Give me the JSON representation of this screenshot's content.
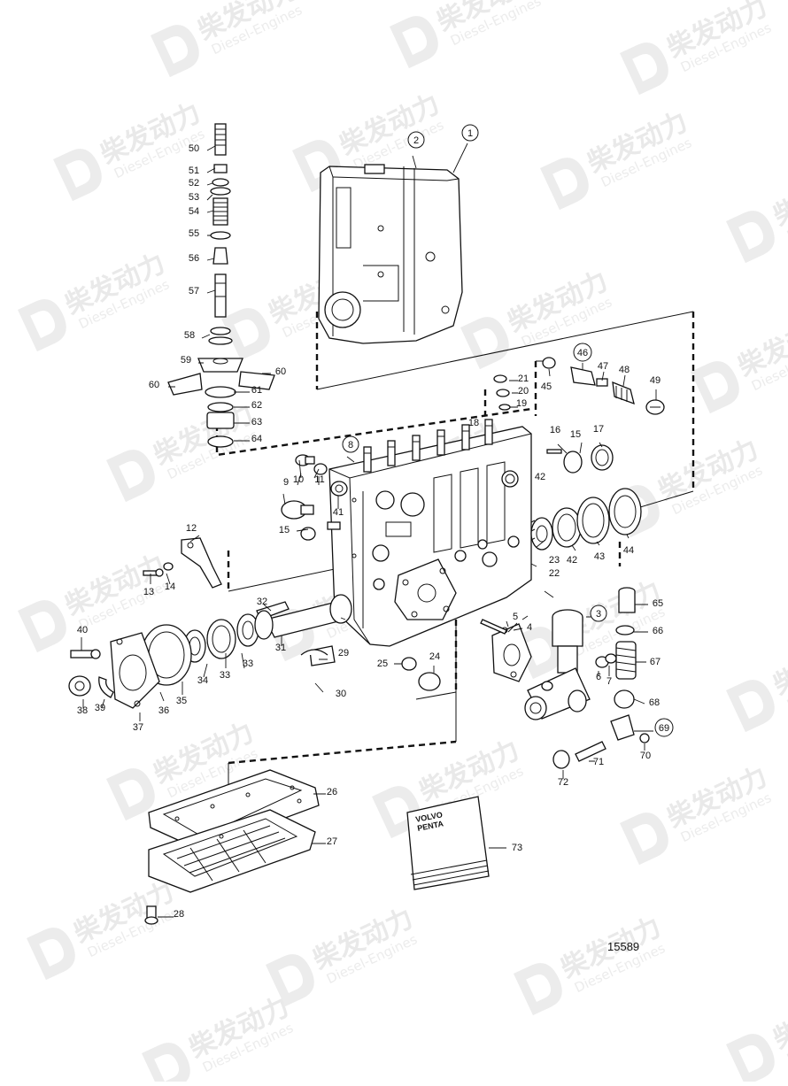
{
  "watermark": {
    "brand": "柴发动力",
    "subtitle": "Diesel-Engines"
  },
  "diagram": {
    "drawing_number": "15589",
    "booklet_text_line1": "VOLVO",
    "booklet_text_line2": "PENTA",
    "callouts": [
      {
        "id": "c1",
        "text": "1",
        "circled": true
      },
      {
        "id": "c2",
        "text": "2",
        "circled": true
      },
      {
        "id": "c3",
        "text": "3",
        "circled": true
      },
      {
        "id": "c4",
        "text": "4",
        "circled": false
      },
      {
        "id": "c5",
        "text": "5",
        "circled": false
      },
      {
        "id": "c6",
        "text": "6",
        "circled": false
      },
      {
        "id": "c7",
        "text": "7",
        "circled": false
      },
      {
        "id": "c8",
        "text": "8",
        "circled": true
      },
      {
        "id": "c9",
        "text": "9",
        "circled": false
      },
      {
        "id": "c10",
        "text": "10",
        "circled": false
      },
      {
        "id": "c11",
        "text": "11",
        "circled": false
      },
      {
        "id": "c12",
        "text": "12",
        "circled": false
      },
      {
        "id": "c13",
        "text": "13",
        "circled": false
      },
      {
        "id": "c14",
        "text": "14",
        "circled": false
      },
      {
        "id": "c15a",
        "text": "15",
        "circled": false
      },
      {
        "id": "c15b",
        "text": "15",
        "circled": false
      },
      {
        "id": "c16",
        "text": "16",
        "circled": false
      },
      {
        "id": "c17",
        "text": "17",
        "circled": false
      },
      {
        "id": "c18",
        "text": "18",
        "circled": false
      },
      {
        "id": "c19",
        "text": "19",
        "circled": false
      },
      {
        "id": "c20",
        "text": "20",
        "circled": false
      },
      {
        "id": "c21",
        "text": "21",
        "circled": false
      },
      {
        "id": "c22",
        "text": "22",
        "circled": false
      },
      {
        "id": "c23",
        "text": "23",
        "circled": false
      },
      {
        "id": "c24",
        "text": "24",
        "circled": false
      },
      {
        "id": "c25",
        "text": "25",
        "circled": false
      },
      {
        "id": "c26",
        "text": "26",
        "circled": false
      },
      {
        "id": "c27",
        "text": "27",
        "circled": false
      },
      {
        "id": "c28",
        "text": "28",
        "circled": false
      },
      {
        "id": "c29",
        "text": "29",
        "circled": false
      },
      {
        "id": "c30",
        "text": "30",
        "circled": false
      },
      {
        "id": "c31",
        "text": "31",
        "circled": false
      },
      {
        "id": "c32",
        "text": "32",
        "circled": false
      },
      {
        "id": "c33a",
        "text": "33",
        "circled": false
      },
      {
        "id": "c33b",
        "text": "33",
        "circled": false
      },
      {
        "id": "c34",
        "text": "34",
        "circled": false
      },
      {
        "id": "c35",
        "text": "35",
        "circled": false
      },
      {
        "id": "c36",
        "text": "36",
        "circled": false
      },
      {
        "id": "c37",
        "text": "37",
        "circled": false
      },
      {
        "id": "c38",
        "text": "38",
        "circled": false
      },
      {
        "id": "c39",
        "text": "39",
        "circled": false
      },
      {
        "id": "c40",
        "text": "40",
        "circled": false
      },
      {
        "id": "c41",
        "text": "41",
        "circled": false
      },
      {
        "id": "c42a",
        "text": "42",
        "circled": false
      },
      {
        "id": "c42b",
        "text": "42",
        "circled": false
      },
      {
        "id": "c43",
        "text": "43",
        "circled": false
      },
      {
        "id": "c44",
        "text": "44",
        "circled": false
      },
      {
        "id": "c45",
        "text": "45",
        "circled": false
      },
      {
        "id": "c46",
        "text": "46",
        "circled": true
      },
      {
        "id": "c47",
        "text": "47",
        "circled": false
      },
      {
        "id": "c48",
        "text": "48",
        "circled": false
      },
      {
        "id": "c49",
        "text": "49",
        "circled": false
      },
      {
        "id": "c50",
        "text": "50",
        "circled": false
      },
      {
        "id": "c51",
        "text": "51",
        "circled": false
      },
      {
        "id": "c52",
        "text": "52",
        "circled": false
      },
      {
        "id": "c53",
        "text": "53",
        "circled": false
      },
      {
        "id": "c54",
        "text": "54",
        "circled": false
      },
      {
        "id": "c55",
        "text": "55",
        "circled": false
      },
      {
        "id": "c56",
        "text": "56",
        "circled": false
      },
      {
        "id": "c57",
        "text": "57",
        "circled": false
      },
      {
        "id": "c58",
        "text": "58",
        "circled": false
      },
      {
        "id": "c59",
        "text": "59",
        "circled": false
      },
      {
        "id": "c60a",
        "text": "60",
        "circled": false
      },
      {
        "id": "c60b",
        "text": "60",
        "circled": false
      },
      {
        "id": "c61",
        "text": "61",
        "circled": false
      },
      {
        "id": "c62",
        "text": "62",
        "circled": false
      },
      {
        "id": "c63",
        "text": "63",
        "circled": false
      },
      {
        "id": "c64",
        "text": "64",
        "circled": false
      },
      {
        "id": "c65",
        "text": "65",
        "circled": false
      },
      {
        "id": "c66",
        "text": "66",
        "circled": false
      },
      {
        "id": "c67",
        "text": "67",
        "circled": false
      },
      {
        "id": "c68",
        "text": "68",
        "circled": false
      },
      {
        "id": "c69",
        "text": "69",
        "circled": true
      },
      {
        "id": "c70",
        "text": "70",
        "circled": false
      },
      {
        "id": "c71",
        "text": "71",
        "circled": false
      },
      {
        "id": "c72",
        "text": "72",
        "circled": false
      },
      {
        "id": "c73",
        "text": "73",
        "circled": false
      }
    ]
  }
}
